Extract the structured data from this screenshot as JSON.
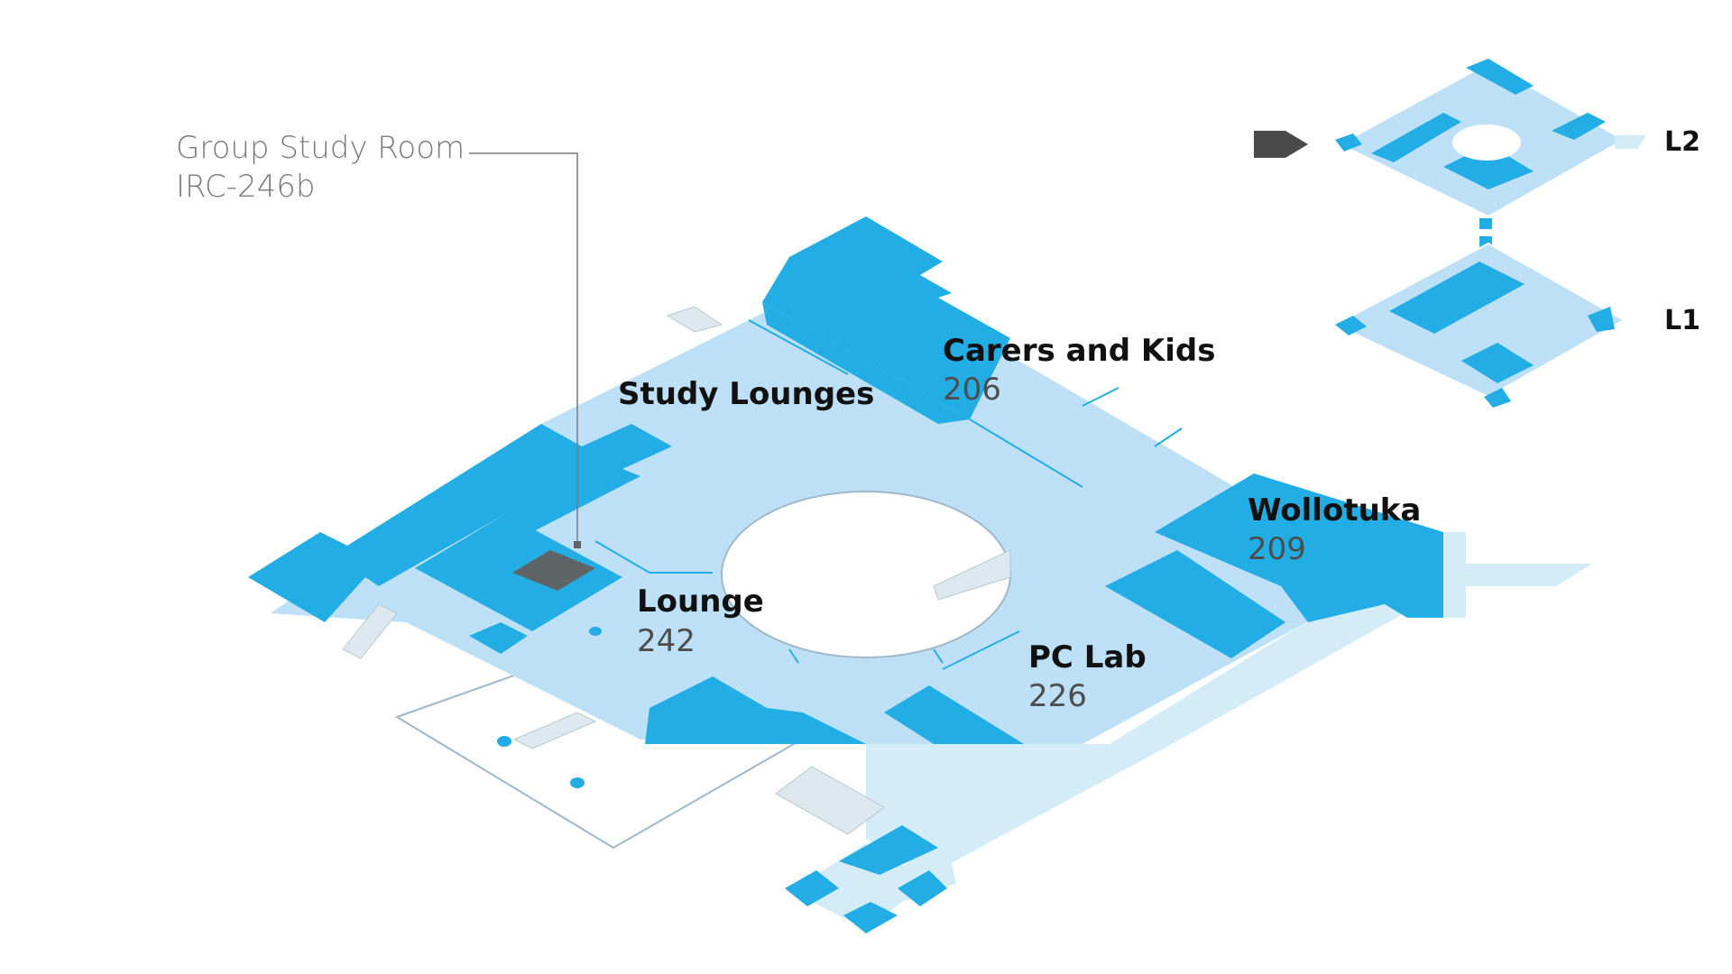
{
  "colors": {
    "room_dark": "#22aee4",
    "floor_light": "#bde0f6",
    "floor_lighter": "#d4ebf8",
    "outline": "#9fb8c8",
    "selected_room": "#5f6467",
    "text_dark": "#111111",
    "text_number": "#4d4d4d",
    "callout_gray": "#7a7a7a",
    "marker_dark": "#4a4a4a"
  },
  "callout": {
    "title": "Group Study Room",
    "room_id": "IRC-246b"
  },
  "rooms": [
    {
      "label": "Study Lounges",
      "number": ""
    },
    {
      "label": "Carers and Kids",
      "number": "206"
    },
    {
      "label": "Wollotuka",
      "number": "209"
    },
    {
      "label": "Lounge",
      "number": "242"
    },
    {
      "label": "PC Lab",
      "number": "226"
    }
  ],
  "levels": {
    "current": "L2",
    "items": [
      {
        "label": "L2"
      },
      {
        "label": "L1"
      }
    ]
  }
}
